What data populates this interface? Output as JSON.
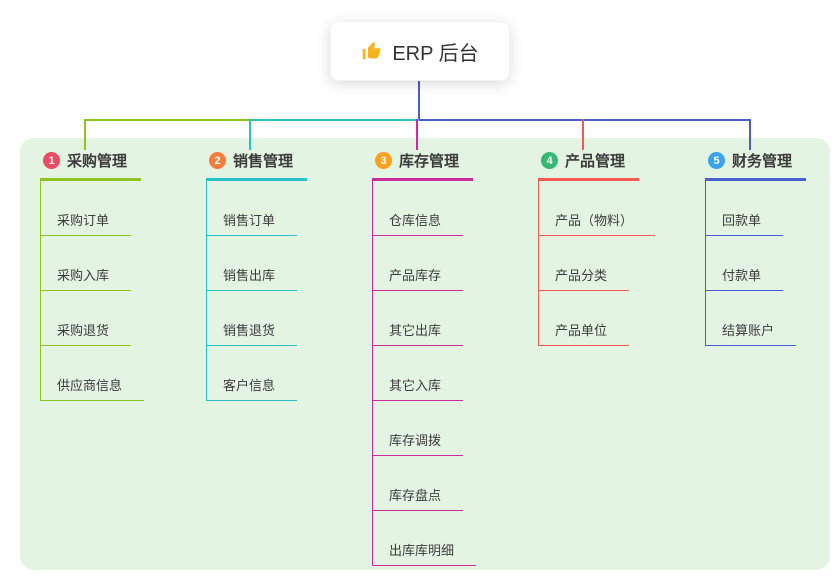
{
  "root": {
    "label": "ERP 后台",
    "icon": "thumbs-up-icon",
    "icon_color": "#f6b51e"
  },
  "canvas": {
    "background_color": "#e4f4e2"
  },
  "branches": [
    {
      "badge": "1",
      "label": "采购管理",
      "badge_color": "#ea4c64",
      "line_color": "#8fc31f",
      "children": [
        "采购订单",
        "采购入库",
        "采购退货",
        "供应商信息"
      ]
    },
    {
      "badge": "2",
      "label": "销售管理",
      "badge_color": "#f97c3b",
      "line_color": "#29c2c9",
      "children": [
        "销售订单",
        "销售出库",
        "销售退货",
        "客户信息"
      ]
    },
    {
      "badge": "3",
      "label": "库存管理",
      "badge_color": "#fca120",
      "line_color": "#ce2b9d",
      "children": [
        "仓库信息",
        "产品库存",
        "其它出库",
        "其它入库",
        "库存调拨",
        "库存盘点",
        "出库库明细"
      ]
    },
    {
      "badge": "4",
      "label": "产品管理",
      "badge_color": "#35b870",
      "line_color": "#f45a50",
      "children": [
        "产品（物料）",
        "产品分类",
        "产品单位"
      ]
    },
    {
      "badge": "5",
      "label": "财务管理",
      "badge_color": "#3ba2f2",
      "line_color": "#4a5ed2",
      "children": [
        "回款单",
        "付款单",
        "结算账户"
      ]
    }
  ]
}
